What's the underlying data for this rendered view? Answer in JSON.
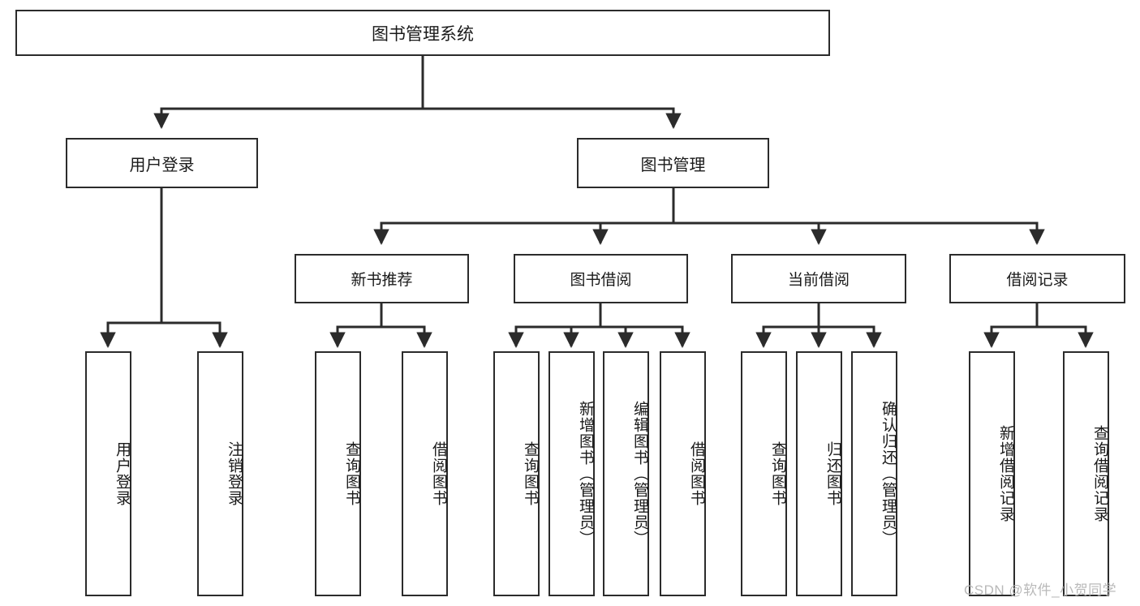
{
  "diagram": {
    "title": "图书管理系统",
    "type": "tree",
    "style": {
      "box_border_color": "#2b2b2b",
      "box_fill_color": "#ffffff",
      "edge_color": "#2b2b2b",
      "background_color": "#ffffff",
      "watermark_color": "#b9b9b9"
    },
    "nodes": {
      "root": {
        "label": "图书管理系统"
      },
      "level2": [
        {
          "id": "user-login",
          "label": "用户登录"
        },
        {
          "id": "book-management",
          "label": "图书管理"
        }
      ],
      "level3": [
        {
          "id": "new-book-recommend",
          "label": "新书推荐",
          "parent": "book-management"
        },
        {
          "id": "book-borrow",
          "label": "图书借阅",
          "parent": "book-management"
        },
        {
          "id": "current-borrow",
          "label": "当前借阅",
          "parent": "book-management"
        },
        {
          "id": "borrow-record",
          "label": "借阅记录",
          "parent": "book-management"
        }
      ],
      "leaves": [
        {
          "id": "leaf-user-login",
          "label": "用户登录",
          "parent": "user-login"
        },
        {
          "id": "leaf-logout",
          "label": "注销登录",
          "parent": "user-login"
        },
        {
          "id": "leaf-query-book-1",
          "label": "查询图书",
          "parent": "new-book-recommend"
        },
        {
          "id": "leaf-borrow-book-1",
          "label": "借阅图书",
          "parent": "new-book-recommend"
        },
        {
          "id": "leaf-query-book-2",
          "label": "查询图书",
          "parent": "book-borrow"
        },
        {
          "id": "leaf-add-book",
          "label": "新增图书（管理员）",
          "parent": "book-borrow"
        },
        {
          "id": "leaf-edit-book",
          "label": "编辑图书（管理员）",
          "parent": "book-borrow"
        },
        {
          "id": "leaf-borrow-book-2",
          "label": "借阅图书",
          "parent": "book-borrow"
        },
        {
          "id": "leaf-query-book-3",
          "label": "查询图书",
          "parent": "current-borrow"
        },
        {
          "id": "leaf-return-book",
          "label": "归还图书",
          "parent": "current-borrow"
        },
        {
          "id": "leaf-confirm-return",
          "label": "确认归还（管理员）",
          "parent": "current-borrow"
        },
        {
          "id": "leaf-add-record",
          "label": "新增借阅记录",
          "parent": "borrow-record"
        },
        {
          "id": "leaf-query-record",
          "label": "查询借阅记录",
          "parent": "borrow-record"
        }
      ]
    },
    "watermark": "CSDN @软件_小贺同学"
  }
}
